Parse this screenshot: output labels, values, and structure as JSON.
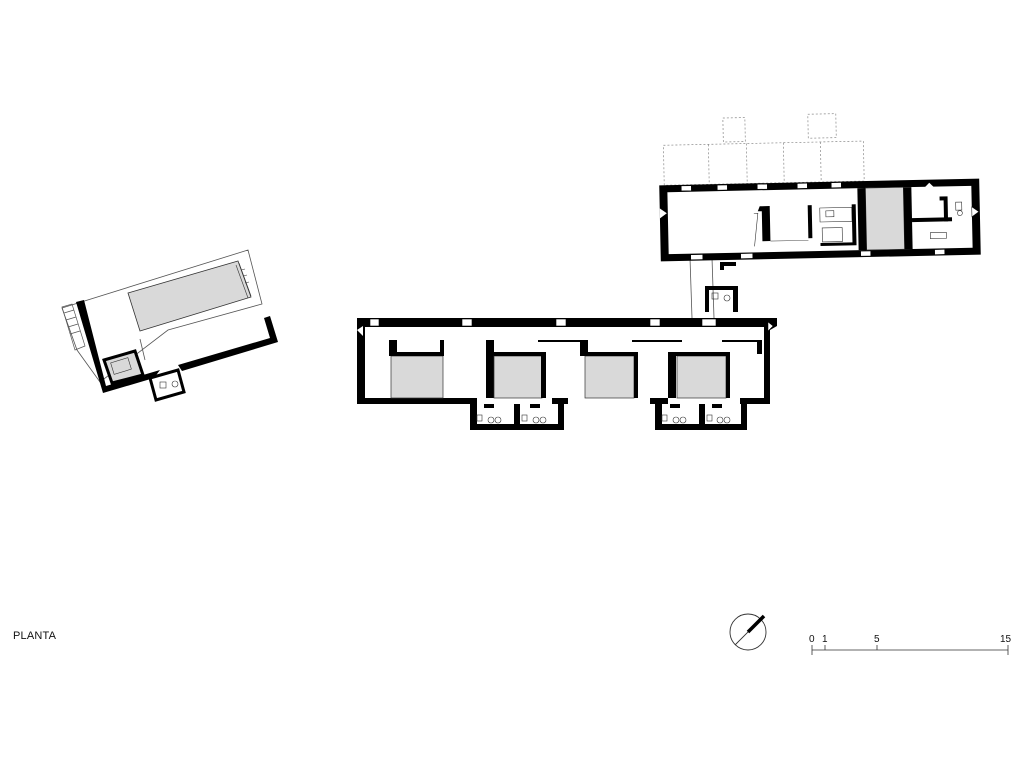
{
  "caption": "PLANTA",
  "scale": {
    "labels": [
      "0",
      "1",
      "5",
      "15"
    ]
  },
  "north": {
    "symbol": "north-arrow"
  },
  "colors": {
    "wall": "#000000",
    "fill": "#d9d9d9",
    "line": "#555555",
    "dashed": "#888888"
  }
}
